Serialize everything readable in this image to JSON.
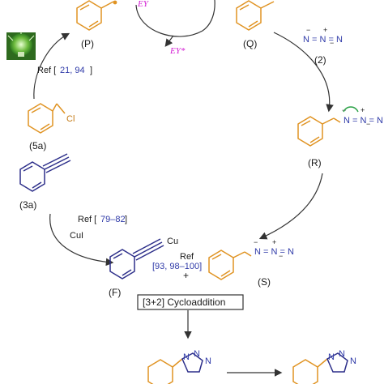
{
  "labels": {
    "P": "(P)",
    "Q": "(Q)",
    "two": "(2)",
    "R": "(R)",
    "S": "(S)",
    "F": "(F)",
    "fivea": "(5a)",
    "threea": "(3a)"
  },
  "catalyst": {
    "ey_top": "EY",
    "ey_star": "EY*"
  },
  "refs": {
    "ref1_prefix": "Ref [",
    "ref1_nums": "21, 94",
    "ref1_suffix": "]",
    "ref2_prefix": "Ref [",
    "ref2_nums": "79–82",
    "ref2_suffix": "]",
    "ref3_word": "Ref",
    "ref3_nums": "[93, 98–100]",
    "cui": "CuI",
    "plus": "+"
  },
  "atoms": {
    "cl": "Cl",
    "cu": "Cu",
    "n": "N",
    "nnn_azide": "N = N = N",
    "r_azide": "N = N = N",
    "s_azide": "N = N = N"
  },
  "step": {
    "cycloaddition": "[3+2] Cycloaddition"
  },
  "colors": {
    "orange": "#e09322",
    "blue": "#3a3fb0",
    "green": "#2fa34a",
    "magenta": "#d31ad3"
  },
  "icons": [
    "lightbulb-icon"
  ]
}
